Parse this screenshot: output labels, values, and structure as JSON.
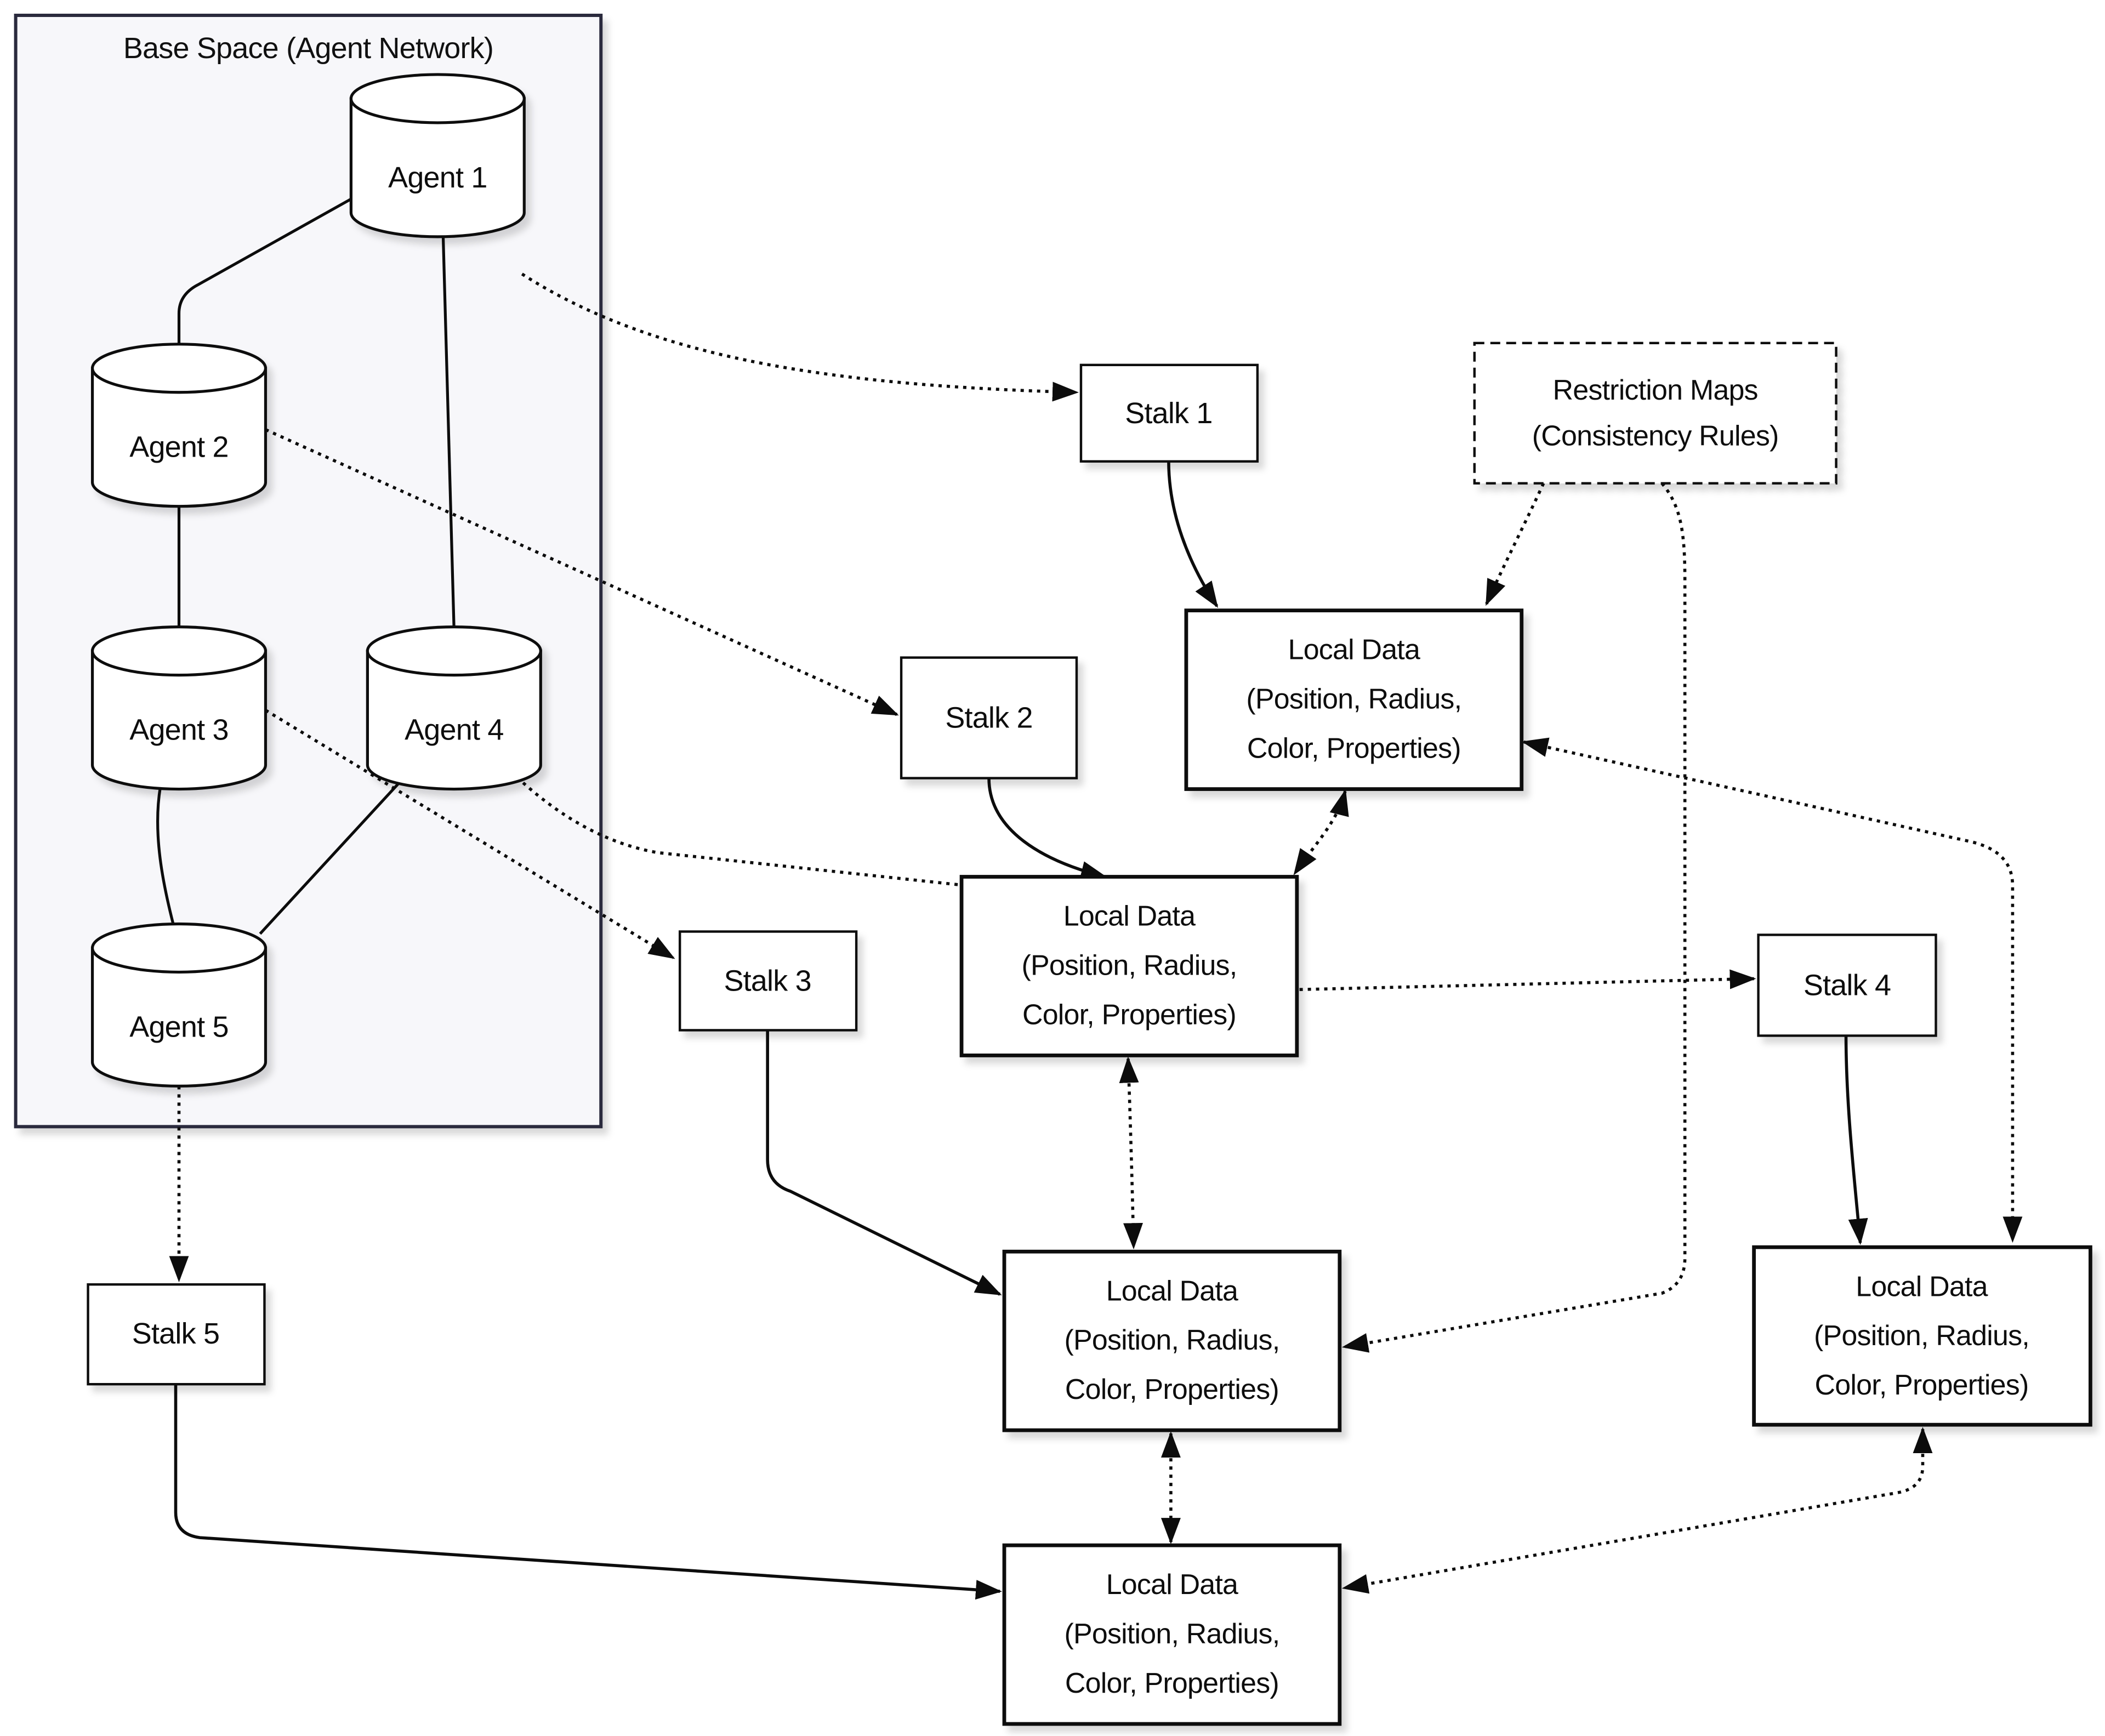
{
  "diagram": {
    "base_space": {
      "title": "Base Space (Agent Network)"
    },
    "agents": [
      {
        "label": "Agent 1"
      },
      {
        "label": "Agent 2"
      },
      {
        "label": "Agent 3"
      },
      {
        "label": "Agent 4"
      },
      {
        "label": "Agent 5"
      }
    ],
    "stalks": [
      {
        "label": "Stalk 1"
      },
      {
        "label": "Stalk 2"
      },
      {
        "label": "Stalk 3"
      },
      {
        "label": "Stalk 4"
      },
      {
        "label": "Stalk 5"
      }
    ],
    "restriction_maps": {
      "line1": "Restriction Maps",
      "line2": "(Consistency Rules)"
    },
    "local_data": [
      {
        "lines": [
          "Local Data",
          "(Position, Radius,",
          "Color, Properties)"
        ]
      },
      {
        "lines": [
          "Local Data",
          "(Position, Radius,",
          "Color, Properties)"
        ]
      },
      {
        "lines": [
          "Local Data",
          "(Position, Radius,",
          "Color, Properties)"
        ]
      },
      {
        "lines": [
          "Local Data",
          "(Position, Radius,",
          "Color, Properties)"
        ]
      },
      {
        "lines": [
          "Local Data",
          "(Position, Radius,",
          "Color, Properties)"
        ]
      }
    ],
    "edges": {
      "agent_network": [
        [
          "Agent 1",
          "Agent 2"
        ],
        [
          "Agent 1",
          "Agent 4"
        ],
        [
          "Agent 2",
          "Agent 3"
        ],
        [
          "Agent 3",
          "Agent 5"
        ],
        [
          "Agent 4",
          "Agent 5"
        ]
      ],
      "agent_to_stalk": [
        [
          "Agent 1",
          "Stalk 1"
        ],
        [
          "Agent 2",
          "Stalk 2"
        ],
        [
          "Agent 3",
          "Stalk 3"
        ],
        [
          "Agent 4",
          "Stalk 4"
        ],
        [
          "Agent 5",
          "Stalk 5"
        ]
      ],
      "stalk_to_local_data": [
        [
          "Stalk 1",
          "Local Data 1"
        ],
        [
          "Stalk 2",
          "Local Data 2"
        ],
        [
          "Stalk 3",
          "Local Data 3"
        ],
        [
          "Stalk 4",
          "Local Data 4"
        ],
        [
          "Stalk 5",
          "Local Data 5"
        ]
      ],
      "restriction_map_targets": [
        "Local Data 1",
        "Local Data 3"
      ],
      "consistency_links": [
        [
          "Local Data 1",
          "Local Data 2"
        ],
        [
          "Local Data 2",
          "Local Data 3"
        ],
        [
          "Local Data 3",
          "Local Data 5"
        ],
        [
          "Local Data 4",
          "Local Data 5"
        ],
        [
          "Local Data 1",
          "Local Data 4"
        ]
      ]
    },
    "colors": {
      "background": "#ffffff",
      "base_space_fill": "#f7f7fa",
      "base_space_border": "#2b2b3d",
      "node_fill": "#ffffff",
      "node_border": "#0c0c0c",
      "text": "#111111"
    }
  }
}
